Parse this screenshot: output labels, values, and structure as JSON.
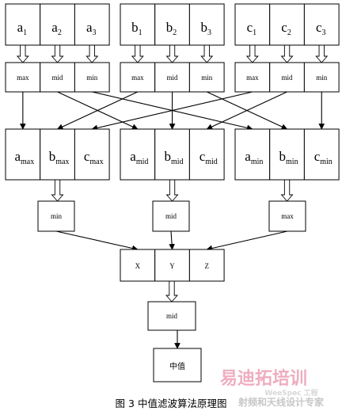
{
  "input_cells": [
    {
      "base": "a",
      "sub": "1"
    },
    {
      "base": "a",
      "sub": "2"
    },
    {
      "base": "a",
      "sub": "3"
    },
    {
      "base": "b",
      "sub": "1"
    },
    {
      "base": "b",
      "sub": "2"
    },
    {
      "base": "b",
      "sub": "3"
    },
    {
      "base": "c",
      "sub": "1"
    },
    {
      "base": "c",
      "sub": "2"
    },
    {
      "base": "c",
      "sub": "3"
    }
  ],
  "sort_cells": [
    "max",
    "mid",
    "min",
    "max",
    "mid",
    "min",
    "max",
    "mid",
    "min"
  ],
  "regroup_cells": [
    {
      "base": "a",
      "sub": "max"
    },
    {
      "base": "b",
      "sub": "max"
    },
    {
      "base": "c",
      "sub": "max"
    },
    {
      "base": "a",
      "sub": "mid"
    },
    {
      "base": "b",
      "sub": "mid"
    },
    {
      "base": "c",
      "sub": "mid"
    },
    {
      "base": "a",
      "sub": "min"
    },
    {
      "base": "b",
      "sub": "min"
    },
    {
      "base": "c",
      "sub": "min"
    }
  ],
  "stage2_boxes": [
    "min",
    "mid",
    "max"
  ],
  "xyz_cells": [
    "X",
    "Y",
    "Z"
  ],
  "final_sort": "mid",
  "output_box": "中值",
  "caption": "图 3    中值滤波算法原理图",
  "watermark": {
    "main": "易迪拓培训",
    "sub": "射频和天线设计专家",
    "faint": "WeeSpec 工程"
  }
}
